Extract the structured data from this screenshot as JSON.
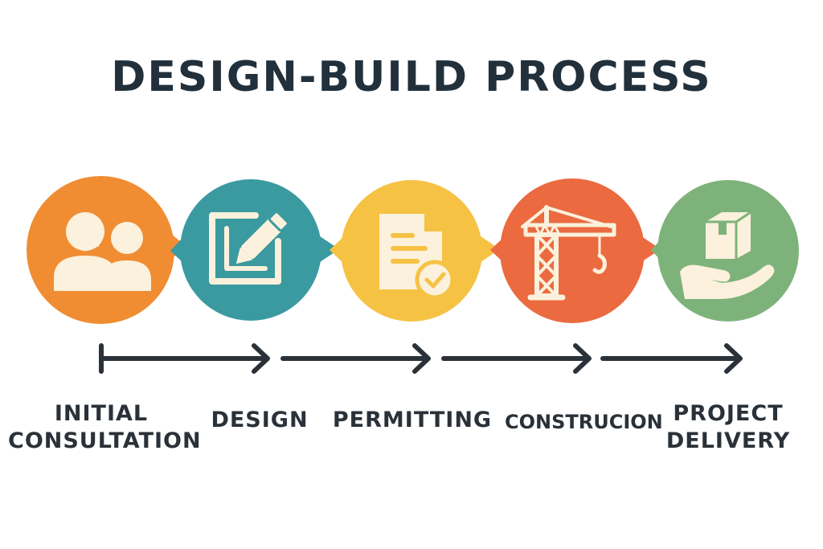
{
  "title": "DESIGN-BUILD PROCESS",
  "steps": [
    {
      "label_lines": [
        "INITIAL",
        "CONSULTATION"
      ],
      "color": "#f08d33",
      "icon": "people-icon"
    },
    {
      "label_lines": [
        "DESIGN"
      ],
      "color": "#3a9aa0",
      "icon": "edit-pencil-icon"
    },
    {
      "label_lines": [
        "PERMITTING"
      ],
      "color": "#f6c244",
      "icon": "approved-document-icon"
    },
    {
      "label_lines": [
        "CONSTRUCION"
      ],
      "color": "#eb6a40",
      "icon": "tower-crane-icon"
    },
    {
      "label_lines": [
        "PROJECT",
        "DELIVERY"
      ],
      "color": "#7db37a",
      "icon": "hand-box-icon"
    }
  ],
  "colors": {
    "text": "#21303b",
    "arrow": "#2a3138",
    "icon_fill": "#fbf1dc"
  }
}
